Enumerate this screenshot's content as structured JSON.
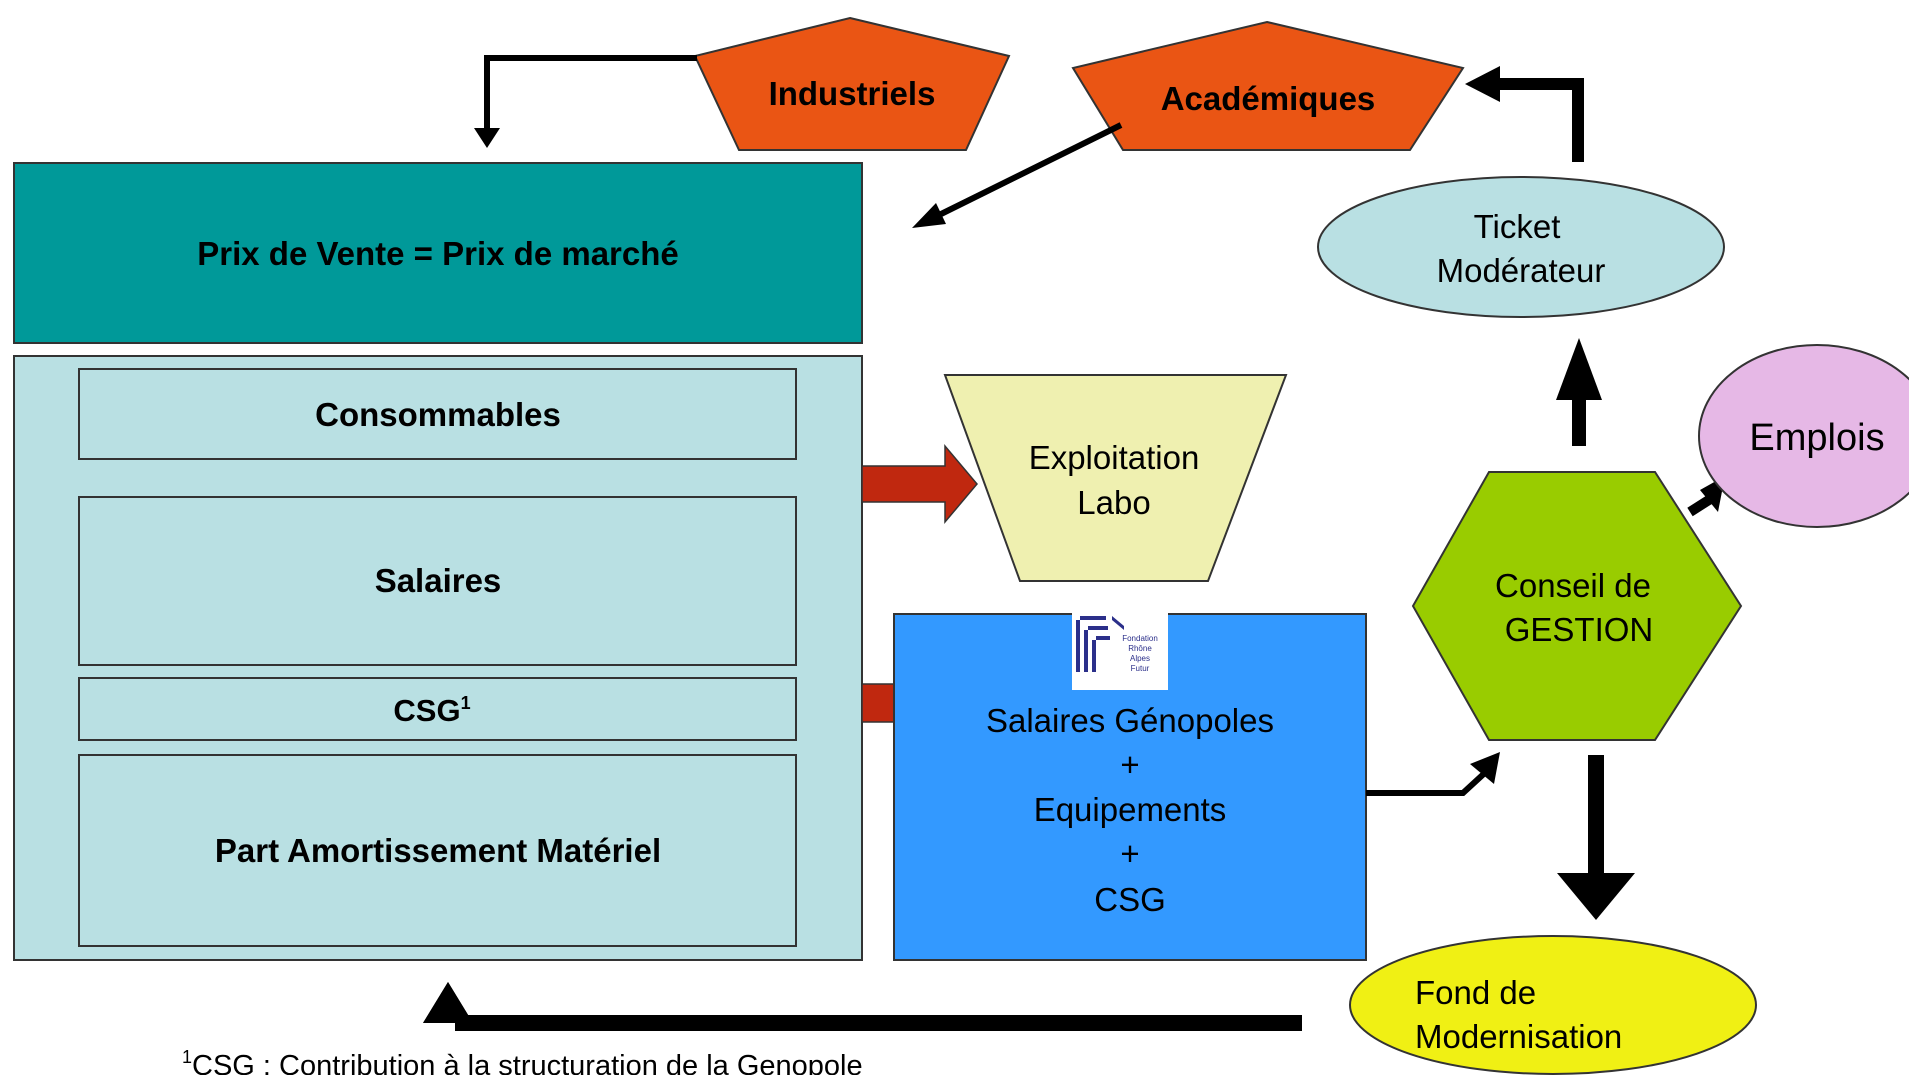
{
  "nodes": {
    "industriels": "Industriels",
    "academiques": "Académiques",
    "prix_vente": "Prix de Vente = Prix de marché",
    "consommables": "Consommables",
    "salaires": "Salaires",
    "csg_label": "CSG",
    "csg_sup": "1",
    "part_amortissement": "Part Amortissement Matériel",
    "exploitation_line1": "Exploitation",
    "exploitation_line2": "Labo",
    "genopoles_line1": "Salaires Génopoles",
    "genopoles_plus1": "+",
    "genopoles_line2": "Equipements",
    "genopoles_plus2": "+",
    "genopoles_line3": "CSG",
    "ticket_line1": "Ticket",
    "ticket_line2": "Modérateur",
    "emplois": "Emplois",
    "conseil_line1": "Conseil de",
    "conseil_line2": "GESTION",
    "fond_line1": "Fond de",
    "fond_line2": "Modernisation"
  },
  "logo": {
    "text_line1": "Fondation",
    "text_line2": "Rhône",
    "text_line3": "Alpes",
    "text_line4": "Futur"
  },
  "footnote": {
    "sup": "1",
    "text": "CSG : Contribution à la structuration de la Genopole"
  },
  "colors": {
    "teal": "#009999",
    "light_blue": "#b9e0e3",
    "orange": "#ea5514",
    "yellow_trapezoid": "#eff0b0",
    "blue_box": "#3399ff",
    "green_hexagon": "#99cc00",
    "pink_ellipse": "#e6b8e6",
    "yellow_ellipse": "#f0f014",
    "red_arrow": "#c0280f",
    "ticket_ellipse": "#b9e0e3"
  }
}
